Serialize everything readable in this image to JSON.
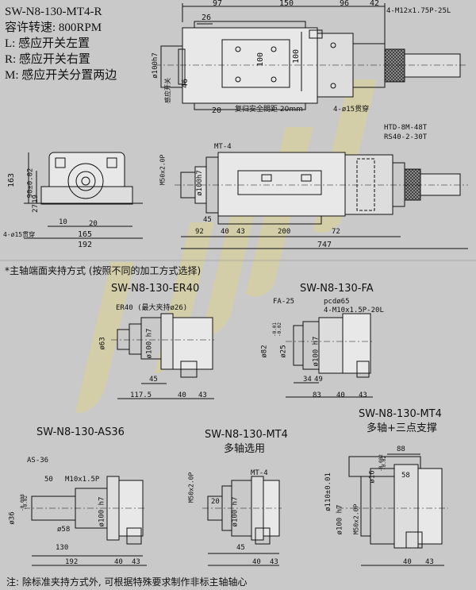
{
  "header": {
    "model": "SW-N8-130-MT4-R",
    "speed": "容许转速: 800RPM",
    "l_note": "L: 感应开关左置",
    "r_note": "R: 感应开关右置",
    "m_note": "M: 感应开关分置两边"
  },
  "top_view": {
    "dims": [
      "97",
      "150",
      "96",
      "42",
      "26",
      "100",
      "100",
      "46",
      "20"
    ],
    "left_dim": "ø100h7",
    "side_label": "感应开关",
    "bolt_note": "4-M12x1.75P-25L",
    "hole_note": "4-ø15贯穿",
    "gap_note": "复归安全間距 20mm"
  },
  "front_view": {
    "dims": [
      "163",
      "90±0.02",
      "27",
      "19",
      "10",
      "20",
      "165",
      "192"
    ],
    "side_dims": [
      "45",
      "92",
      "40",
      "43",
      "200",
      "72",
      "747"
    ],
    "labels": [
      "MT-4",
      "M50x2.0P",
      "ø100h7",
      "HTD-8M-48T",
      "RS40-2-30T"
    ],
    "hole_note": "4-ø15贯穿"
  },
  "section_title": "*主轴端面夹持方式 (按照不同的加工方式选择)",
  "variants": {
    "er40": {
      "title": "SW-N8-130-ER40",
      "labels": [
        "ER40 (最大夹持ø26)",
        "ø63",
        "ø100 h7"
      ],
      "dims": [
        "45",
        "117.5",
        "40",
        "43"
      ]
    },
    "fa": {
      "title": "SW-N8-130-FA",
      "labels": [
        "FA-25",
        "pcdø65",
        "4-M10x1.5P-20L",
        "ø82",
        "ø25",
        "ø100 h7"
      ],
      "tol_a": "-0.01",
      "tol_b": "-0.02",
      "dims": [
        "34",
        "49",
        "83",
        "40",
        "43"
      ]
    },
    "as36": {
      "title": "SW-N8-130-AS36",
      "labels": [
        "AS-36",
        "M10x1.5P",
        "ø36",
        "ø58",
        "ø100 h7"
      ],
      "tol_a": "-0.008",
      "tol_b": "-0.02",
      "dims": [
        "50",
        "130",
        "192",
        "40",
        "43"
      ]
    },
    "mt4": {
      "title": "SW-N8-130-MT4",
      "subtitle": "多轴选用",
      "labels": [
        "MT-4",
        "M50x2.0P",
        "ø100 h7"
      ],
      "dims": [
        "20",
        "45",
        "40",
        "43"
      ]
    },
    "mt4b": {
      "title": "SW-N8-130-MT4",
      "subtitle": "多轴+三点支撑",
      "labels": [
        "ø16",
        "ø110±0.01",
        "ø100 h7",
        "M50x2.0P"
      ],
      "tol_a": "-0.002",
      "tol_b": "-0.02",
      "dims": [
        "88",
        "58",
        "40",
        "43"
      ]
    }
  },
  "footer": "注: 除标准夹持方式外, 可根据特殊要求制作非标主轴轴心"
}
